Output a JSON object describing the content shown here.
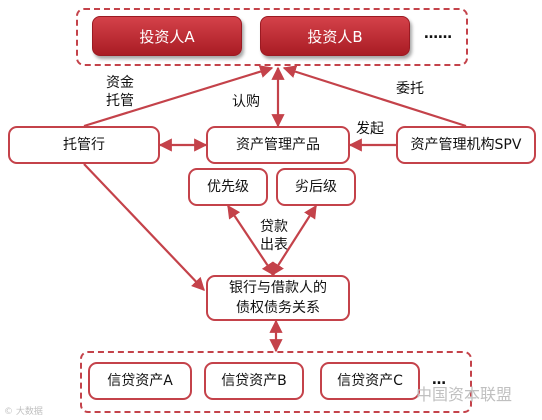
{
  "investors": {
    "a": "投资人A",
    "b": "投资人B",
    "more": "……"
  },
  "nodes": {
    "custodian": "托管行",
    "product": "资产管理产品",
    "spv": "资产管理机构SPV",
    "senior": "优先级",
    "junior": "劣后级",
    "relation": "银行与借款人的\n债权债务关系"
  },
  "assets": {
    "a": "信贷资产A",
    "b": "信贷资产B",
    "c": "信贷资产C",
    "more": "…"
  },
  "edge_labels": {
    "fund_custody": "资金\n托管",
    "subscribe": "认购",
    "entrust": "委托",
    "initiate": "发起",
    "loan_out": "贷款\n出表"
  },
  "watermarks": {
    "left": "© 大数据",
    "right": "中国资本联盟"
  },
  "colors": {
    "accent": "#c4424a",
    "investor_fill": "#b82a32"
  }
}
